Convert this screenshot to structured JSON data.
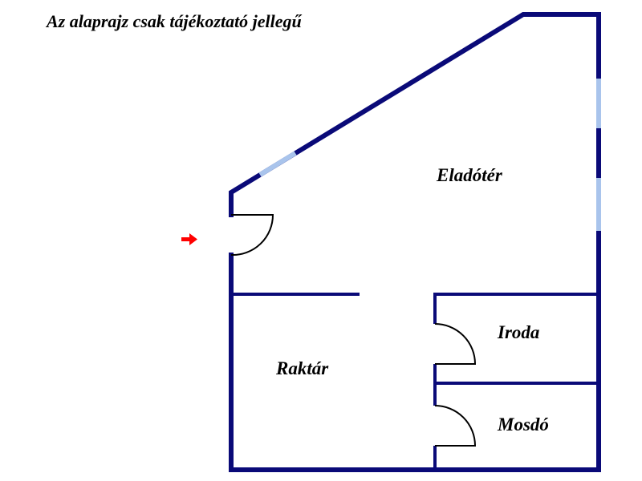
{
  "note": "Az alaprajz csak tájékoztató jellegű",
  "rooms": {
    "sales": "Eladótér",
    "storage": "Raktár",
    "office": "Iroda",
    "restroom": "Mosdó"
  },
  "colors": {
    "wall": "#0a0a78",
    "window": "#a9c4ec",
    "door": "#000000",
    "entrance_arrow": "#ff0000"
  },
  "icons": {
    "entrance": "right-arrow-icon"
  }
}
